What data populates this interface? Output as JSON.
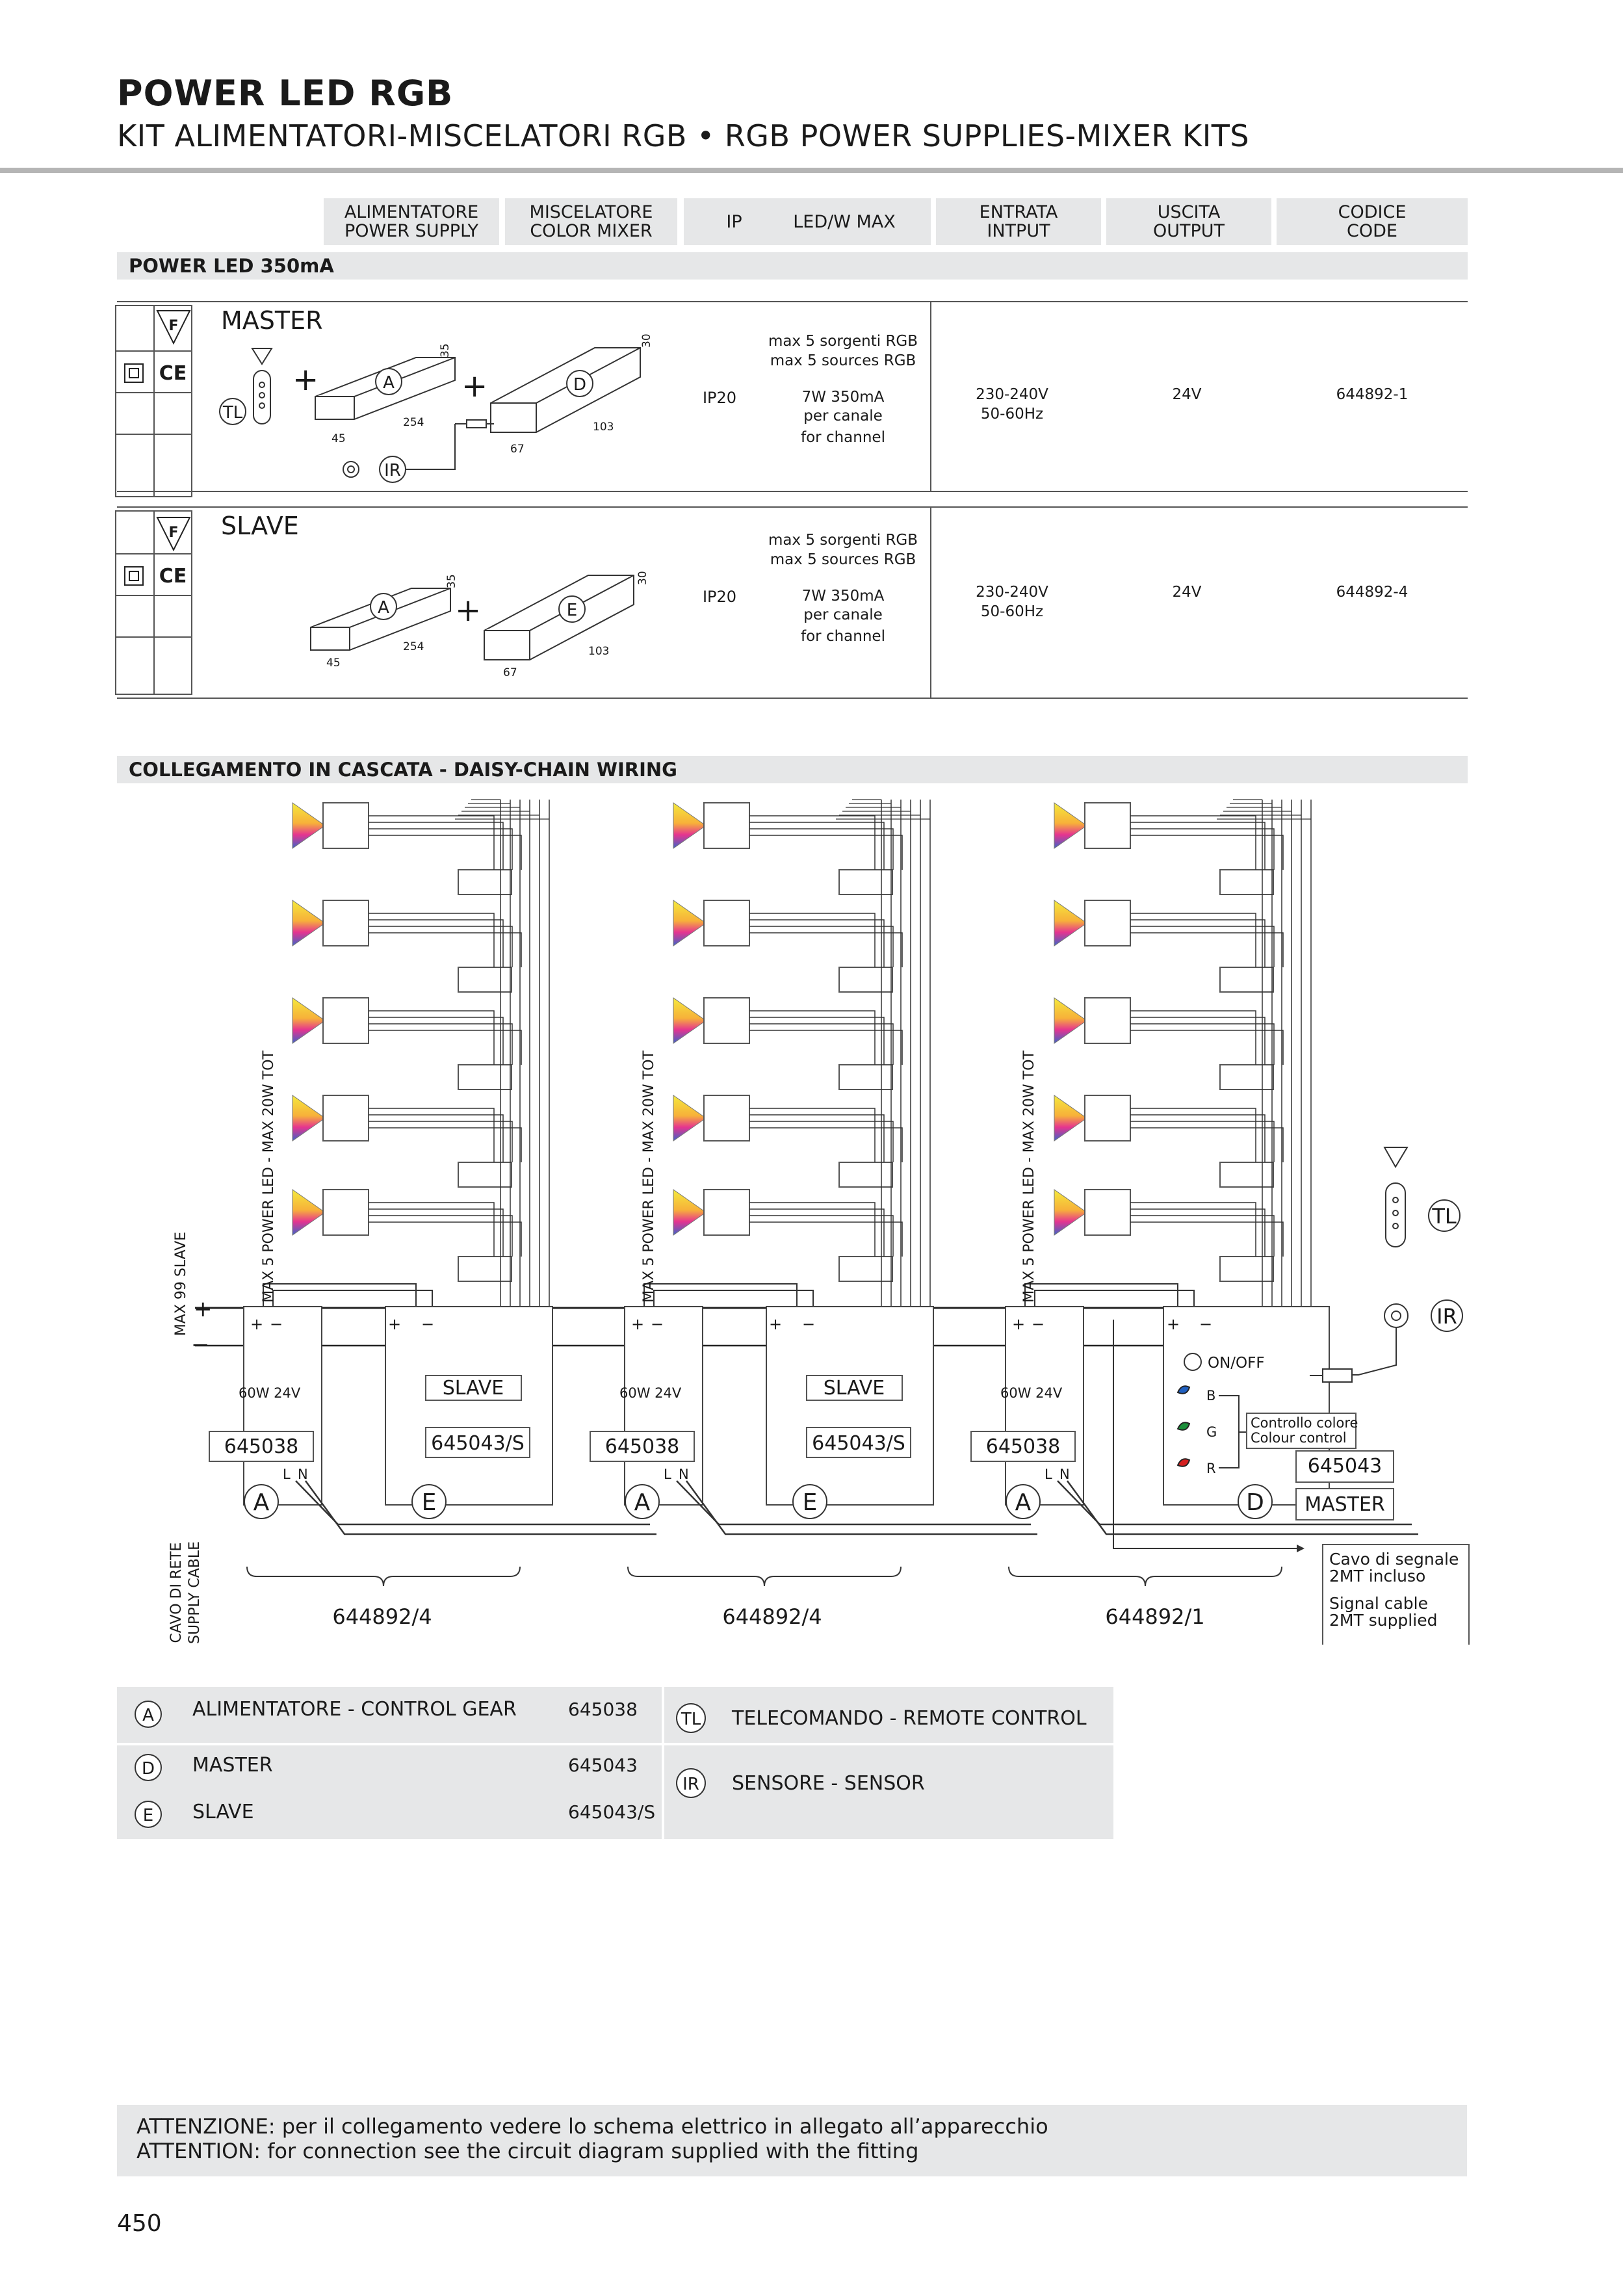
{
  "header": {
    "title": "POWER LED RGB",
    "subtitle": "KIT ALIMENTATORI-MISCELATORI RGB • RGB POWER SUPPLIES-MIXER KITS"
  },
  "table": {
    "columns": [
      {
        "it": "ALIMENTATORE",
        "en": "POWER SUPPLY"
      },
      {
        "it": "MISCELATORE",
        "en": "COLOR MIXER"
      },
      {
        "it": "IP",
        "en": ""
      },
      {
        "it": "LED/W MAX",
        "en": ""
      },
      {
        "it": "ENTRATA",
        "en": "INTPUT"
      },
      {
        "it": "USCITA",
        "en": "OUTPUT"
      },
      {
        "it": "CODICE",
        "en": "CODE"
      }
    ],
    "section": "POWER LED 350mA",
    "rows": [
      {
        "name": "MASTER",
        "ip": "IP20",
        "led_line1": "max 5 sorgenti RGB",
        "led_line2": "max 5 sources RGB",
        "led_line3": "7W      350mA",
        "led_line4": "per canale",
        "led_line5": "for channel",
        "input1": "230-240V",
        "input2": "50-60Hz",
        "output": "24V",
        "code": "644892-1",
        "dims": {
          "a_h": "35",
          "a_l": "254",
          "a_w": "45",
          "b_h": "30",
          "b_l": "103",
          "b_w": "67"
        },
        "labels": {
          "tl": "TL",
          "a": "A",
          "b": "D",
          "ir": "IR"
        }
      },
      {
        "name": "SLAVE",
        "ip": "IP20",
        "led_line1": "max 5 sorgenti RGB",
        "led_line2": "max 5 sources RGB",
        "led_line3": "7W      350mA",
        "led_line4": "per canale",
        "led_line5": "for channel",
        "input1": "230-240V",
        "input2": "50-60Hz",
        "output": "24V",
        "code": "644892-4",
        "dims": {
          "a_h": "35",
          "a_l": "254",
          "a_w": "45",
          "b_h": "30",
          "b_l": "103",
          "b_w": "67"
        },
        "labels": {
          "a": "A",
          "b": "E"
        }
      }
    ],
    "icons": {
      "f_mark": "F",
      "ce_mark": "CE"
    }
  },
  "wiring": {
    "section": "COLLEGAMENTO IN CASCATA - DAISY-CHAIN WIRING",
    "max_label": "MAX 5  POWER LED   -   MAX 20W TOT",
    "max_slave": "MAX 99 SLAVE",
    "supply_cable_it": "CAVO DI RETE",
    "supply_cable_en": "SUPPLY CABLE",
    "psu_rating": "60W  24V",
    "psu_code": "645038",
    "slave_label": "SLAVE",
    "slave_code": "645043/S",
    "master_code": "645043",
    "master_label": "MASTER",
    "on_off": "ON/OFF",
    "b": "B",
    "g": "G",
    "r": "R",
    "colour_it": "Controllo colore",
    "colour_en": "Colour control",
    "signal_it1": "Cavo di segnale",
    "signal_it2": "2MT incluso",
    "signal_en1": "Signal cable",
    "signal_en2": "2MT supplied",
    "kit_codes": [
      "644892/4",
      "644892/4",
      "644892/1"
    ],
    "plus": "+",
    "minus": "−",
    "L": "L",
    "N": "N",
    "A": "A",
    "E": "E",
    "D": "D",
    "TL": "TL",
    "IR": "IR"
  },
  "legend": {
    "items_left": [
      {
        "key": "A",
        "label": "ALIMENTATORE - CONTROL GEAR",
        "code": "645038"
      },
      {
        "key": "D",
        "label": "MASTER",
        "code": "645043"
      },
      {
        "key": "E",
        "label": "SLAVE",
        "code": "645043/S"
      }
    ],
    "items_right": [
      {
        "key": "TL",
        "label": "TELECOMANDO - REMOTE CONTROL"
      },
      {
        "key": "IR",
        "label": "SENSORE - SENSOR"
      }
    ]
  },
  "note": {
    "it": "ATTENZIONE: per il collegamento vedere lo schema elettrico in allegato all’apparecchio",
    "en": "ATTENTION: for connection see the circuit diagram supplied with the fitting"
  },
  "page_number": "450"
}
